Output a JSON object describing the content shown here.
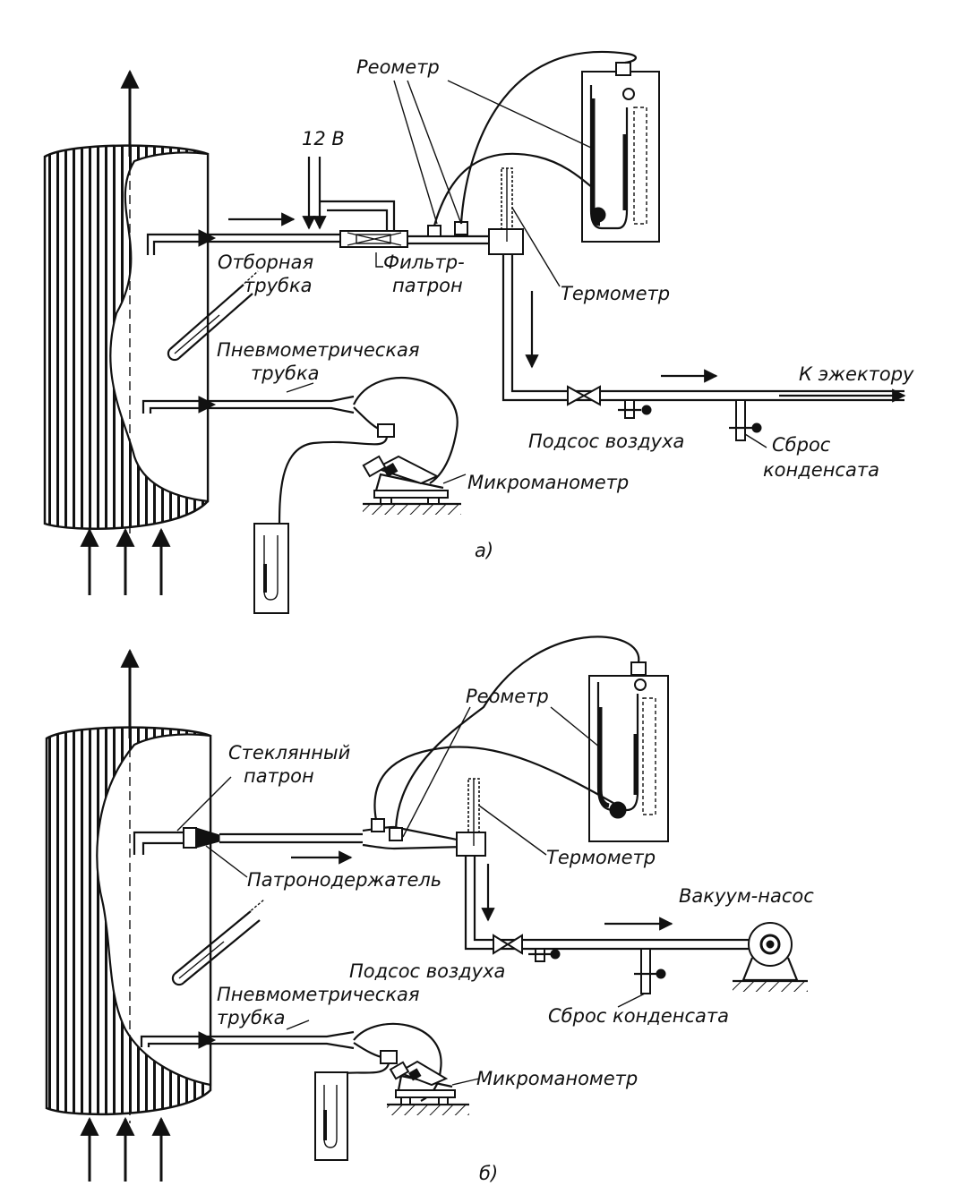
{
  "diagram_a": {
    "caption": "а)",
    "voltage_label": "12 В",
    "labels": {
      "reometer": "Реометр",
      "sampling_tube_1": "Отборная",
      "sampling_tube_2": "трубка",
      "filter_1": "Фильтр-",
      "filter_2": "патрон",
      "thermometer": "Термометр",
      "pitot_1": "Пневмометрическая",
      "pitot_2": "трубка",
      "ejector": "К эжектору",
      "air_suction": "Подсос воздуха",
      "condensate_1": "Сброс",
      "condensate_2": "конденсата",
      "micromanometer": "Микроманометр"
    }
  },
  "diagram_b": {
    "caption": "б)",
    "labels": {
      "reometer": "Реометр",
      "glass_cartridge_1": "Стеклянный",
      "glass_cartridge_2": "патрон",
      "holder": "Патронодержатель",
      "thermometer": "Термометр",
      "vacuum_pump": "Вакуум-насос",
      "air_suction": "Подсос воздуха",
      "condensate": "Сброс конденсата",
      "pitot_1": "Пневмометрическая",
      "pitot_2": "трубка",
      "micromanometer": "Микроманометр"
    }
  }
}
